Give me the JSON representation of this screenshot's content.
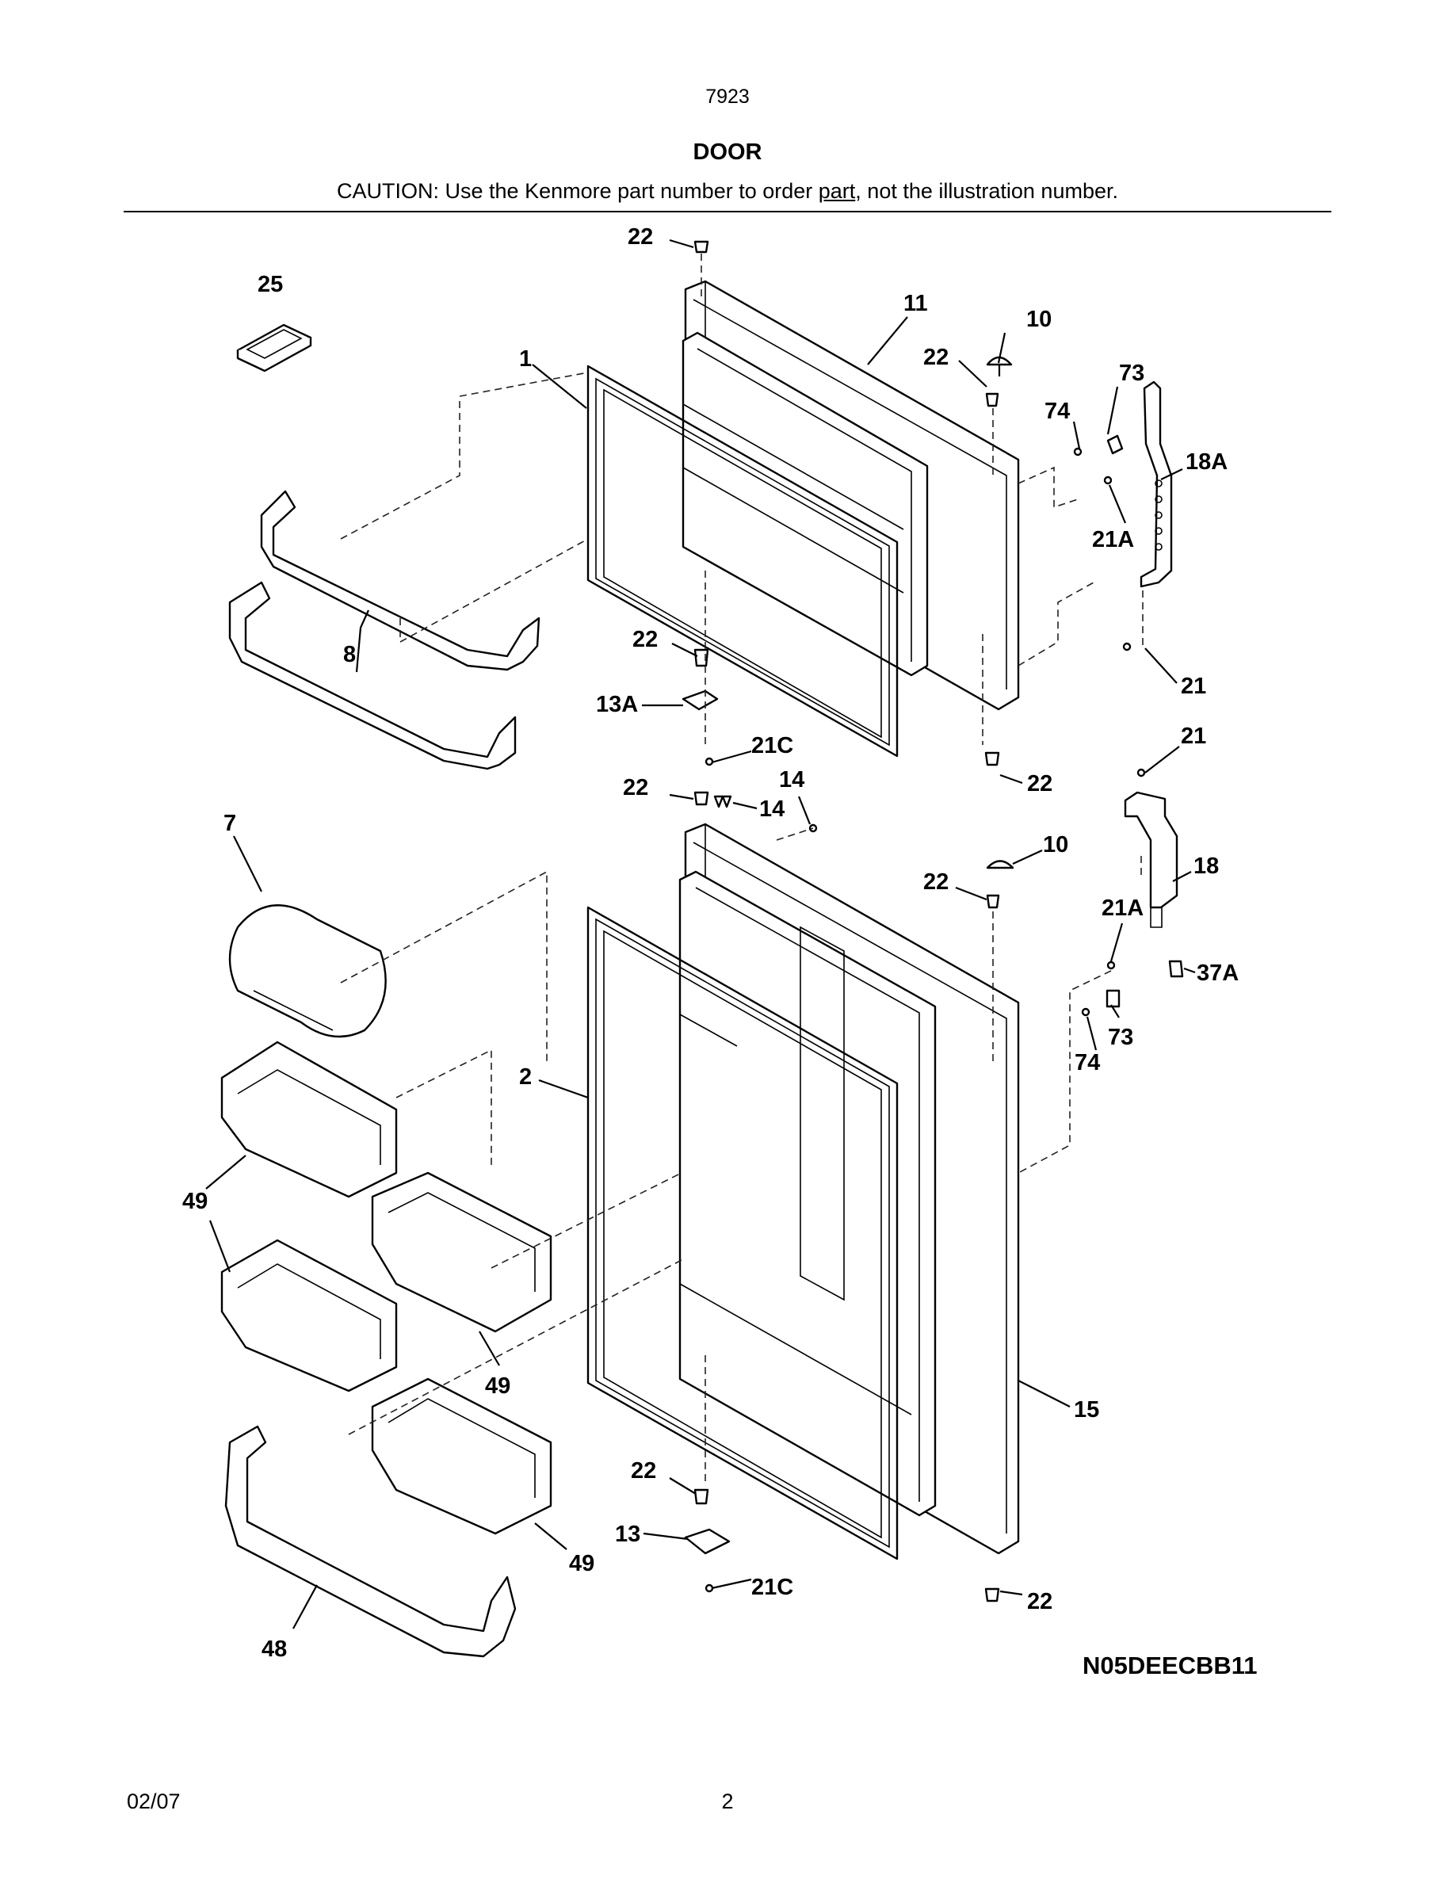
{
  "header": {
    "model": "7923",
    "title": "DOOR",
    "caution_before": "CAUTION: Use the Kenmore part number to order ",
    "caution_underlined": "part",
    "caution_after": ", not the illustration number."
  },
  "callouts": {
    "c1": "1",
    "c2": "2",
    "c7": "7",
    "c8": "8",
    "c10a": "10",
    "c10b": "10",
    "c11": "11",
    "c13": "13",
    "c13a": "13A",
    "c14a": "14",
    "c14b": "14",
    "c15": "15",
    "c18": "18",
    "c18a": "18A",
    "c21a": "21",
    "c21b": "21",
    "c21aa": "21A",
    "c21ab": "21A",
    "c21ca": "21C",
    "c21cb": "21C",
    "c22a": "22",
    "c22b": "22",
    "c22c": "22",
    "c22d": "22",
    "c22e": "22",
    "c22f": "22",
    "c22g": "22",
    "c22h": "22",
    "c25": "25",
    "c37a": "37A",
    "c48": "48",
    "c49a": "49",
    "c49b": "49",
    "c49c": "49",
    "c73a": "73",
    "c73b": "73",
    "c74a": "74",
    "c74b": "74"
  },
  "diagram_code": "N05DEECBB11",
  "footer": {
    "date": "02/07",
    "page": "2"
  }
}
